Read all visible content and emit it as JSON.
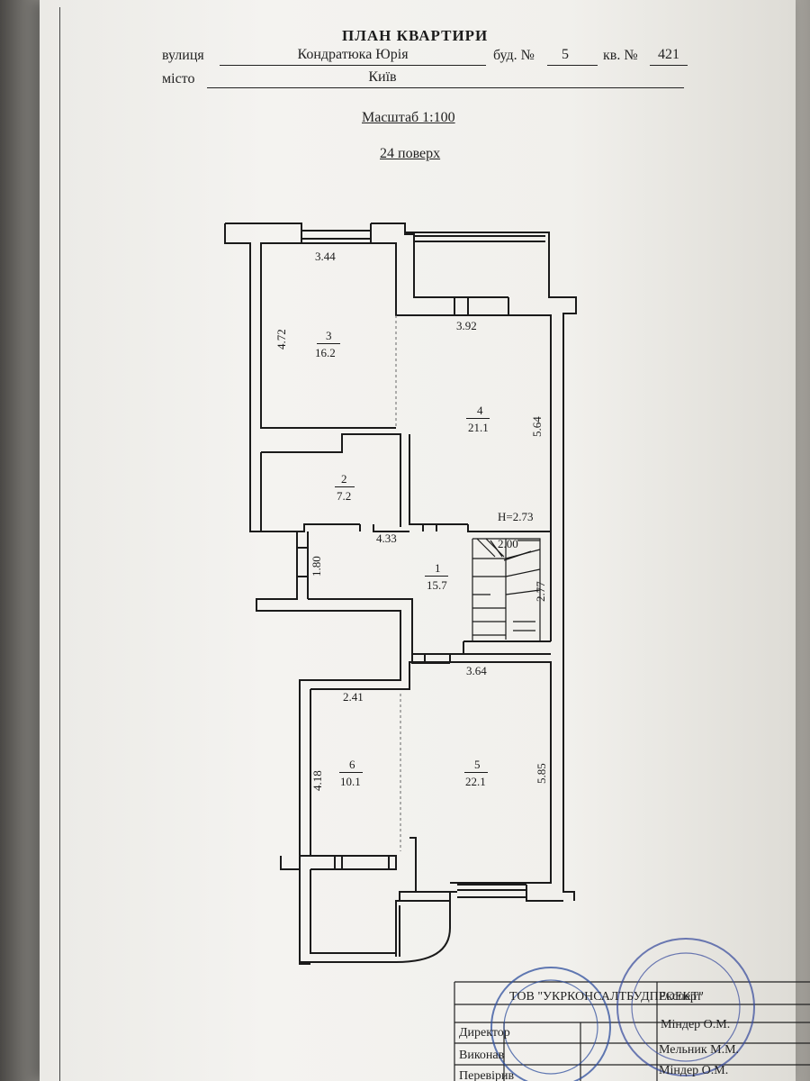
{
  "document": {
    "title": "ПЛАН КВАРТИРИ",
    "street_label": "вулиця",
    "street_value": "Кондратюка Юрія",
    "building_label": "буд. №",
    "building_value": "5",
    "apt_label": "кв. №",
    "apt_value": "421",
    "city_label": "місто",
    "city_value": "Київ",
    "scale": "Масштаб 1:100",
    "floor": "24 поверх"
  },
  "plan": {
    "rooms": [
      {
        "num": "1",
        "area": "15.7"
      },
      {
        "num": "2",
        "area": "7.2"
      },
      {
        "num": "3",
        "area": "16.2"
      },
      {
        "num": "4",
        "area": "21.1"
      },
      {
        "num": "5",
        "area": "22.1"
      },
      {
        "num": "6",
        "area": "10.1"
      }
    ],
    "dimensions": {
      "d344": "3.44",
      "d392": "3.92",
      "d472": "4.72",
      "d564": "5.64",
      "d433": "4.33",
      "d180": "1.80",
      "d200": "2.00",
      "d277": "2.77",
      "d364": "3.64",
      "d241": "2.41",
      "d418": "4.18",
      "d585": "5.85"
    },
    "height": "H=2.73"
  },
  "stamp": {
    "company": "ТОВ \"УКРКОНСАЛТБУДПРОЕКТ\"",
    "expert_label": "Експерт",
    "rows": [
      {
        "role": "Директор",
        "name": "Міндер О.М."
      },
      {
        "role": "Виконав",
        "name": "Мельник М.М."
      },
      {
        "role": "Перевірив",
        "name": "Міндер О.М."
      }
    ]
  }
}
